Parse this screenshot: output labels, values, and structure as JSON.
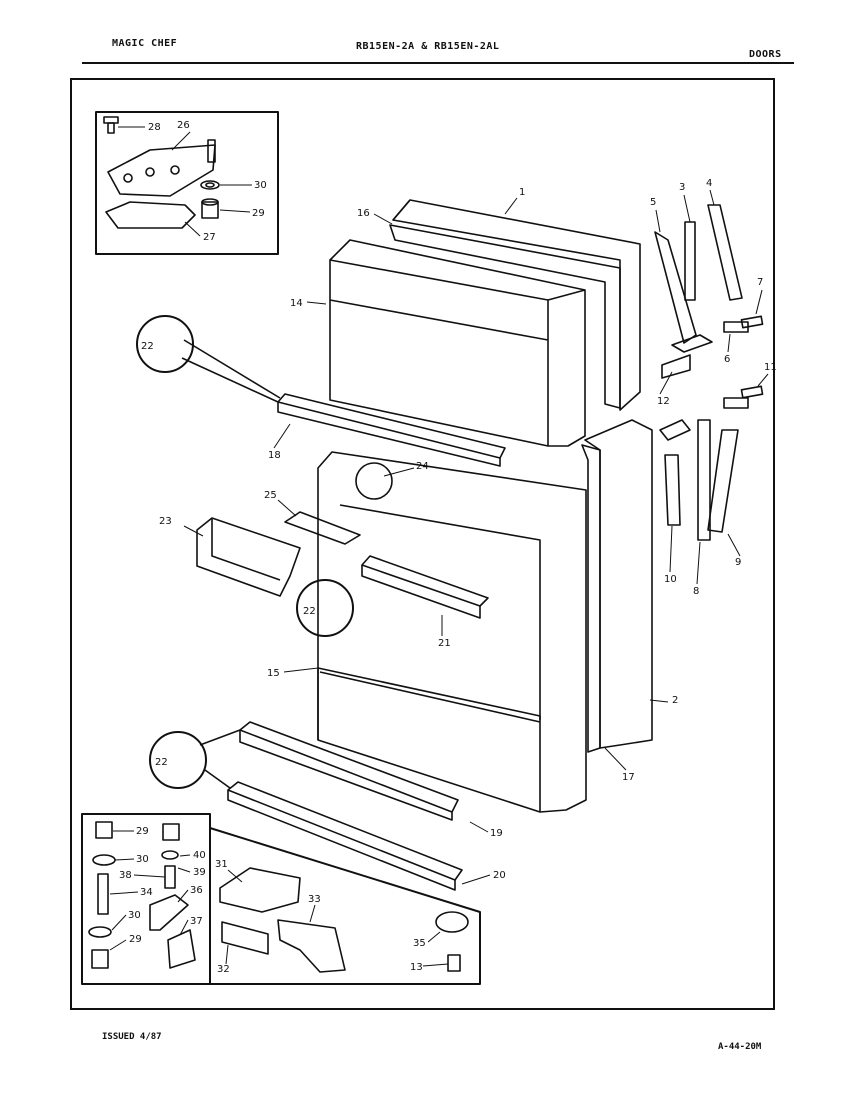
{
  "header": {
    "brand": "MAGIC CHEF",
    "models": "RB15EN-2A & RB15EN-2AL",
    "section": "DOORS"
  },
  "footer": {
    "issued": "ISSUED 4/87",
    "code": "A-44-20M"
  },
  "callouts": [
    {
      "id": "c1",
      "text": "1"
    },
    {
      "id": "c2",
      "text": "2"
    },
    {
      "id": "c3",
      "text": "3"
    },
    {
      "id": "c4",
      "text": "4"
    },
    {
      "id": "c5",
      "text": "5"
    },
    {
      "id": "c6",
      "text": "6"
    },
    {
      "id": "c7",
      "text": "7"
    },
    {
      "id": "c8",
      "text": "8"
    },
    {
      "id": "c9",
      "text": "9"
    },
    {
      "id": "c10",
      "text": "10"
    },
    {
      "id": "c11",
      "text": "11"
    },
    {
      "id": "c12",
      "text": "12"
    },
    {
      "id": "c13",
      "text": "13"
    },
    {
      "id": "c14",
      "text": "14"
    },
    {
      "id": "c15",
      "text": "15"
    },
    {
      "id": "c16",
      "text": "16"
    },
    {
      "id": "c17",
      "text": "17"
    },
    {
      "id": "c18",
      "text": "18"
    },
    {
      "id": "c19",
      "text": "19"
    },
    {
      "id": "c20",
      "text": "20"
    },
    {
      "id": "c21",
      "text": "21"
    },
    {
      "id": "c22a",
      "text": "22"
    },
    {
      "id": "c22b",
      "text": "22"
    },
    {
      "id": "c22c",
      "text": "22"
    },
    {
      "id": "c23",
      "text": "23"
    },
    {
      "id": "c24",
      "text": "24"
    },
    {
      "id": "c25",
      "text": "25"
    },
    {
      "id": "c26",
      "text": "26"
    },
    {
      "id": "c27",
      "text": "27"
    },
    {
      "id": "c28",
      "text": "28"
    },
    {
      "id": "c29a",
      "text": "29"
    },
    {
      "id": "c29b",
      "text": "29"
    },
    {
      "id": "c29c",
      "text": "29"
    },
    {
      "id": "c30a",
      "text": "30"
    },
    {
      "id": "c30b",
      "text": "30"
    },
    {
      "id": "c30c",
      "text": "30"
    },
    {
      "id": "c31",
      "text": "31"
    },
    {
      "id": "c32",
      "text": "32"
    },
    {
      "id": "c33",
      "text": "33"
    },
    {
      "id": "c34",
      "text": "34"
    },
    {
      "id": "c35",
      "text": "35"
    },
    {
      "id": "c36",
      "text": "36"
    },
    {
      "id": "c37",
      "text": "37"
    },
    {
      "id": "c38",
      "text": "38"
    },
    {
      "id": "c39",
      "text": "39"
    },
    {
      "id": "c40",
      "text": "40"
    }
  ]
}
